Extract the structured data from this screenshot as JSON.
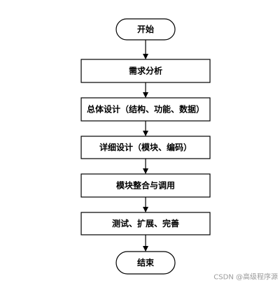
{
  "flowchart": {
    "nodes": [
      {
        "id": "start",
        "label": "开始",
        "shape": "terminal"
      },
      {
        "id": "requirements",
        "label": "需求分析",
        "shape": "process"
      },
      {
        "id": "overall-design",
        "label": "总体设计（结构、功能、数据）",
        "shape": "process"
      },
      {
        "id": "detailed-design",
        "label": "详细设计（模块、编码）",
        "shape": "process"
      },
      {
        "id": "integration",
        "label": "模块整合与调用",
        "shape": "process"
      },
      {
        "id": "testing",
        "label": "测试、扩展、完善",
        "shape": "process"
      },
      {
        "id": "end",
        "label": "结束",
        "shape": "terminal"
      }
    ],
    "edges": [
      {
        "from": "start",
        "to": "requirements"
      },
      {
        "from": "requirements",
        "to": "overall-design"
      },
      {
        "from": "overall-design",
        "to": "detailed-design"
      },
      {
        "from": "detailed-design",
        "to": "integration"
      },
      {
        "from": "integration",
        "to": "testing"
      },
      {
        "from": "testing",
        "to": "end"
      }
    ]
  },
  "watermark": "CSDN @高级程序源",
  "colors": {
    "stroke": "#000000",
    "fill": "#ffffff",
    "watermark": "#9a9a9a"
  }
}
